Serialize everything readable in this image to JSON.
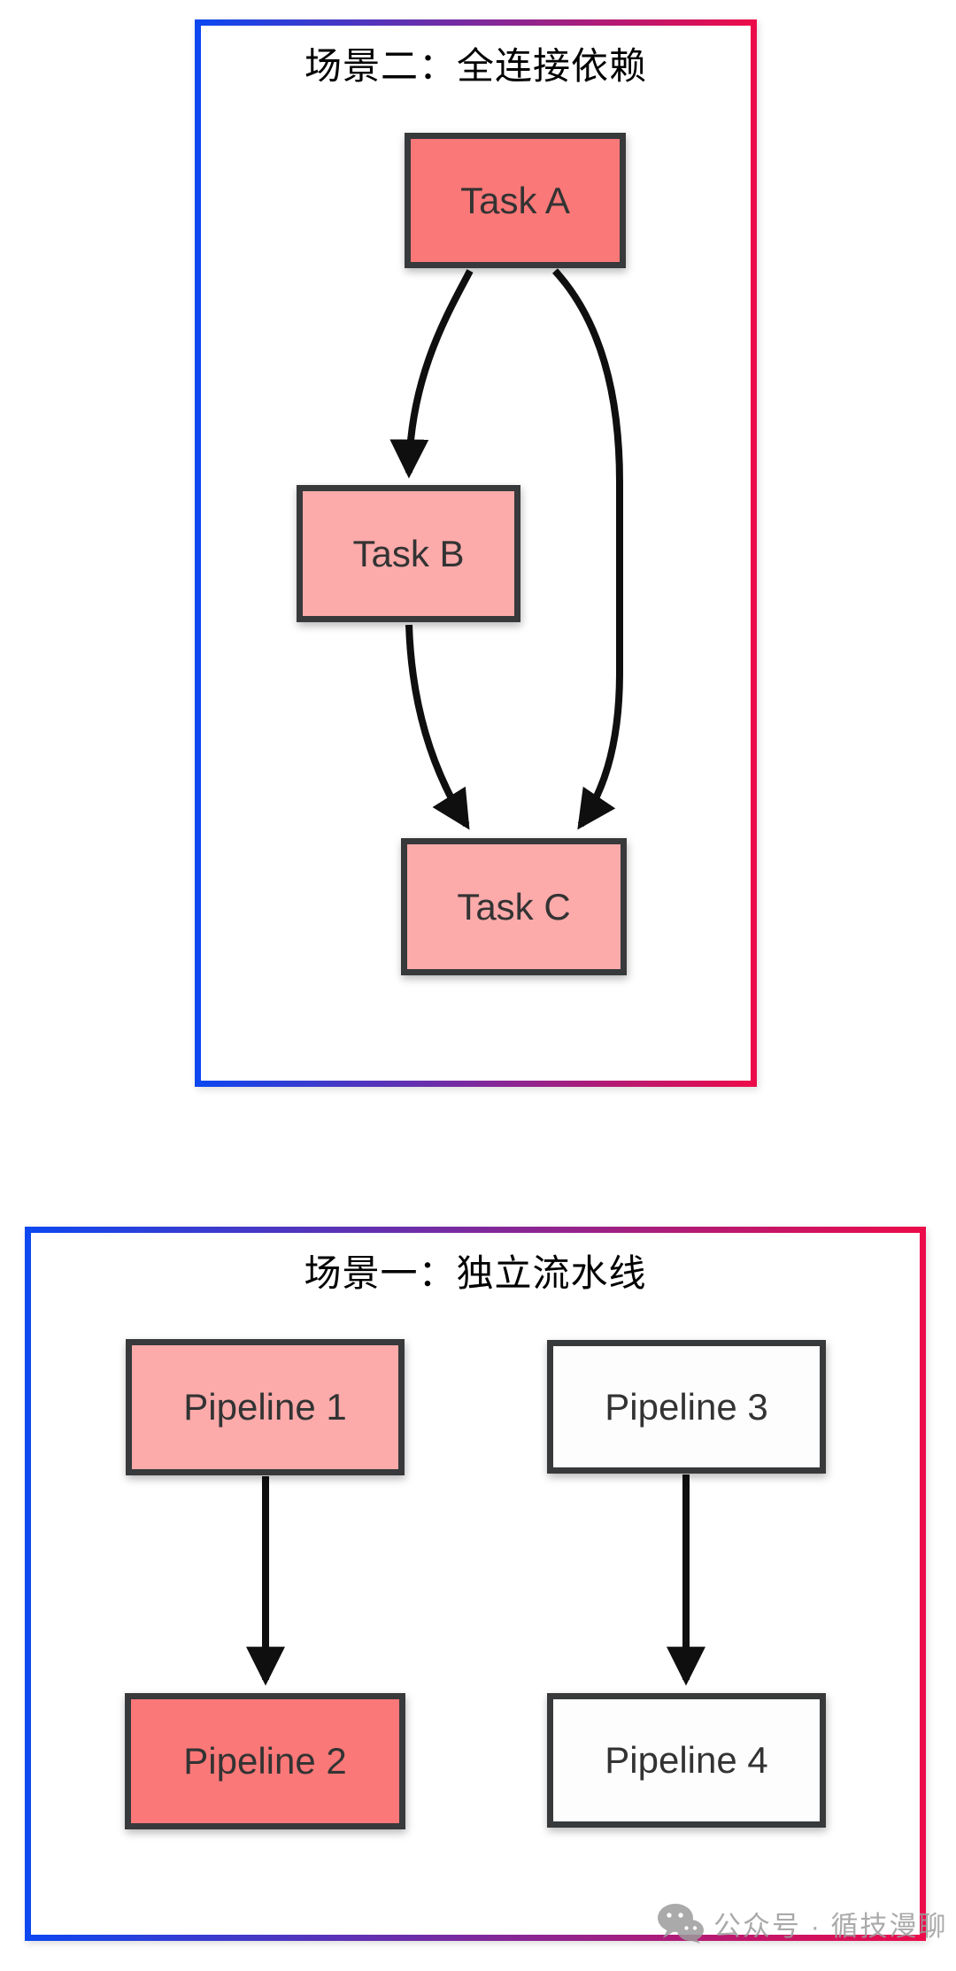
{
  "panels": [
    {
      "title": "场景二：全连接依赖",
      "nodes": [
        {
          "id": "task-a",
          "label": "Task A",
          "fill": "salmon"
        },
        {
          "id": "task-b",
          "label": "Task B",
          "fill": "pink"
        },
        {
          "id": "task-c",
          "label": "Task C",
          "fill": "pink"
        }
      ],
      "edges": [
        "Task A → Task B",
        "Task A → Task C",
        "Task B → Task C"
      ]
    },
    {
      "title": "场景一：独立流水线",
      "nodes": [
        {
          "id": "pipeline-1",
          "label": "Pipeline 1",
          "fill": "pink"
        },
        {
          "id": "pipeline-3",
          "label": "Pipeline 3",
          "fill": "white"
        },
        {
          "id": "pipeline-2",
          "label": "Pipeline 2",
          "fill": "salmon"
        },
        {
          "id": "pipeline-4",
          "label": "Pipeline 4",
          "fill": "white"
        }
      ],
      "edges": [
        "Pipeline 1 → Pipeline 2",
        "Pipeline 3 → Pipeline 4"
      ]
    }
  ],
  "watermark": {
    "icon": "wechat-icon",
    "text": "公众号 · 循技漫聊"
  },
  "colors": {
    "page-bg": "#FFFFFF",
    "gradient-left": "#0D47F0",
    "gradient-right": "#EC0B4A",
    "salmon": "#FB7878",
    "pink": "#FCAAAA",
    "white-node": "#FDFDFD",
    "node-border": "#37393B",
    "node-text": "#333333",
    "arrow": "#0F0F0F",
    "title-text": "#000000",
    "watermark": "#9C9C9C"
  }
}
